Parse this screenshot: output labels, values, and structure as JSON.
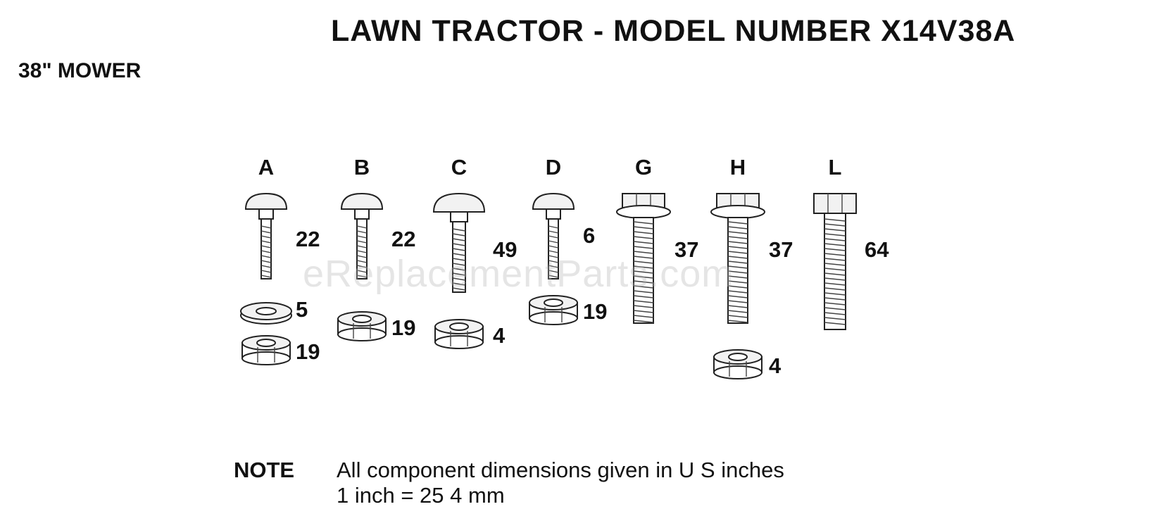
{
  "header": {
    "title": "LAWN TRACTOR - MODEL NUMBER X14V38A",
    "subtitle": "38\" MOWER"
  },
  "watermark": "eReplacementParts.com",
  "columns": [
    {
      "letter": "A",
      "parts": [
        {
          "kind": "carriage-bolt",
          "qty": "22"
        },
        {
          "kind": "flat-washer",
          "qty": "5"
        },
        {
          "kind": "hex-nut",
          "qty": "19"
        }
      ]
    },
    {
      "letter": "B",
      "parts": [
        {
          "kind": "carriage-bolt",
          "qty": "22"
        },
        {
          "kind": "hex-nut",
          "qty": "19"
        }
      ]
    },
    {
      "letter": "C",
      "parts": [
        {
          "kind": "carriage-bolt",
          "qty": "49"
        },
        {
          "kind": "hex-nut",
          "qty": "4"
        }
      ]
    },
    {
      "letter": "D",
      "parts": [
        {
          "kind": "carriage-bolt",
          "qty": "6"
        },
        {
          "kind": "hex-nut",
          "qty": "19"
        }
      ]
    },
    {
      "letter": "G",
      "parts": [
        {
          "kind": "flange-hex-bolt",
          "qty": "37"
        }
      ]
    },
    {
      "letter": "H",
      "parts": [
        {
          "kind": "flange-hex-bolt",
          "qty": "37"
        },
        {
          "kind": "hex-nut",
          "qty": "4"
        }
      ]
    },
    {
      "letter": "L",
      "parts": [
        {
          "kind": "hex-bolt",
          "qty": "64"
        }
      ]
    }
  ],
  "note": {
    "label": "NOTE",
    "line1": "All component dimensions given in U S  inches",
    "line2": "1 inch = 25 4 mm"
  }
}
